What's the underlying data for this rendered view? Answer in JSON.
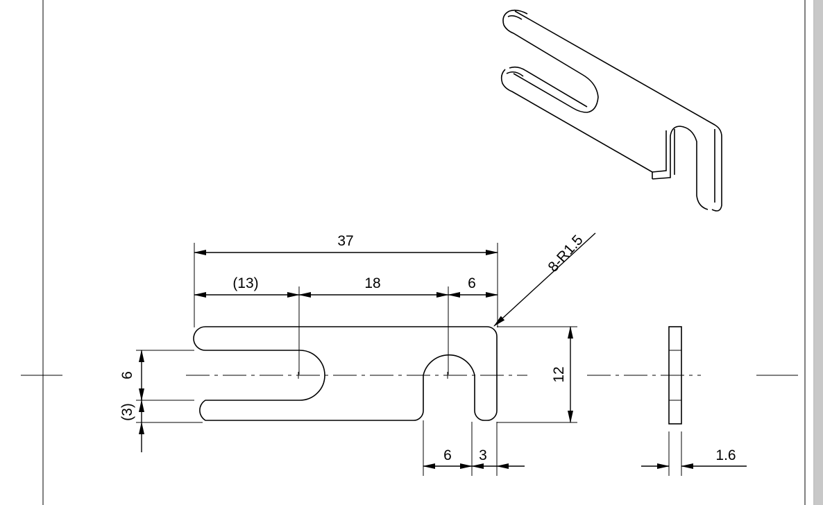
{
  "dimensions": {
    "overall_length": "37",
    "left_offset": "(13)",
    "slot_spacing": "18",
    "right_offset": "6",
    "corner_radii": "8-R1.5",
    "slot_pitch": "6",
    "slot_edge": "(3)",
    "height": "12",
    "slot_width": "6",
    "wall": "3",
    "thickness": "1.6"
  },
  "colors": {
    "line": "#000000",
    "background": "#ffffff",
    "right_scrollbar": "#c8c8c8"
  }
}
